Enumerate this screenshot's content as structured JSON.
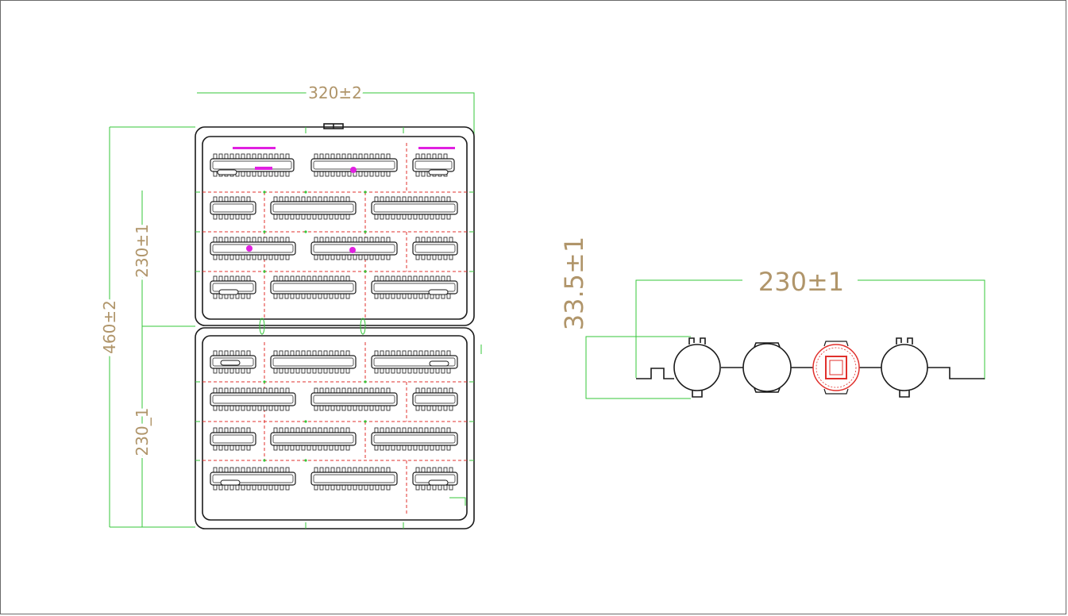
{
  "panel_view": {
    "width_dim": "320±2",
    "height_dim": "460±2",
    "upper_half_dim": "230±1",
    "lower_half_dim": "230_1"
  },
  "side_view": {
    "length_dim": "230±1",
    "height_dim": "33.5±1"
  },
  "colors": {
    "dimension_text": "#b0956a",
    "dimension_line": "#35c73a",
    "cut_line": "#e0302c",
    "outline": "#1a1a1a",
    "silkscreen": "#e020e0"
  }
}
